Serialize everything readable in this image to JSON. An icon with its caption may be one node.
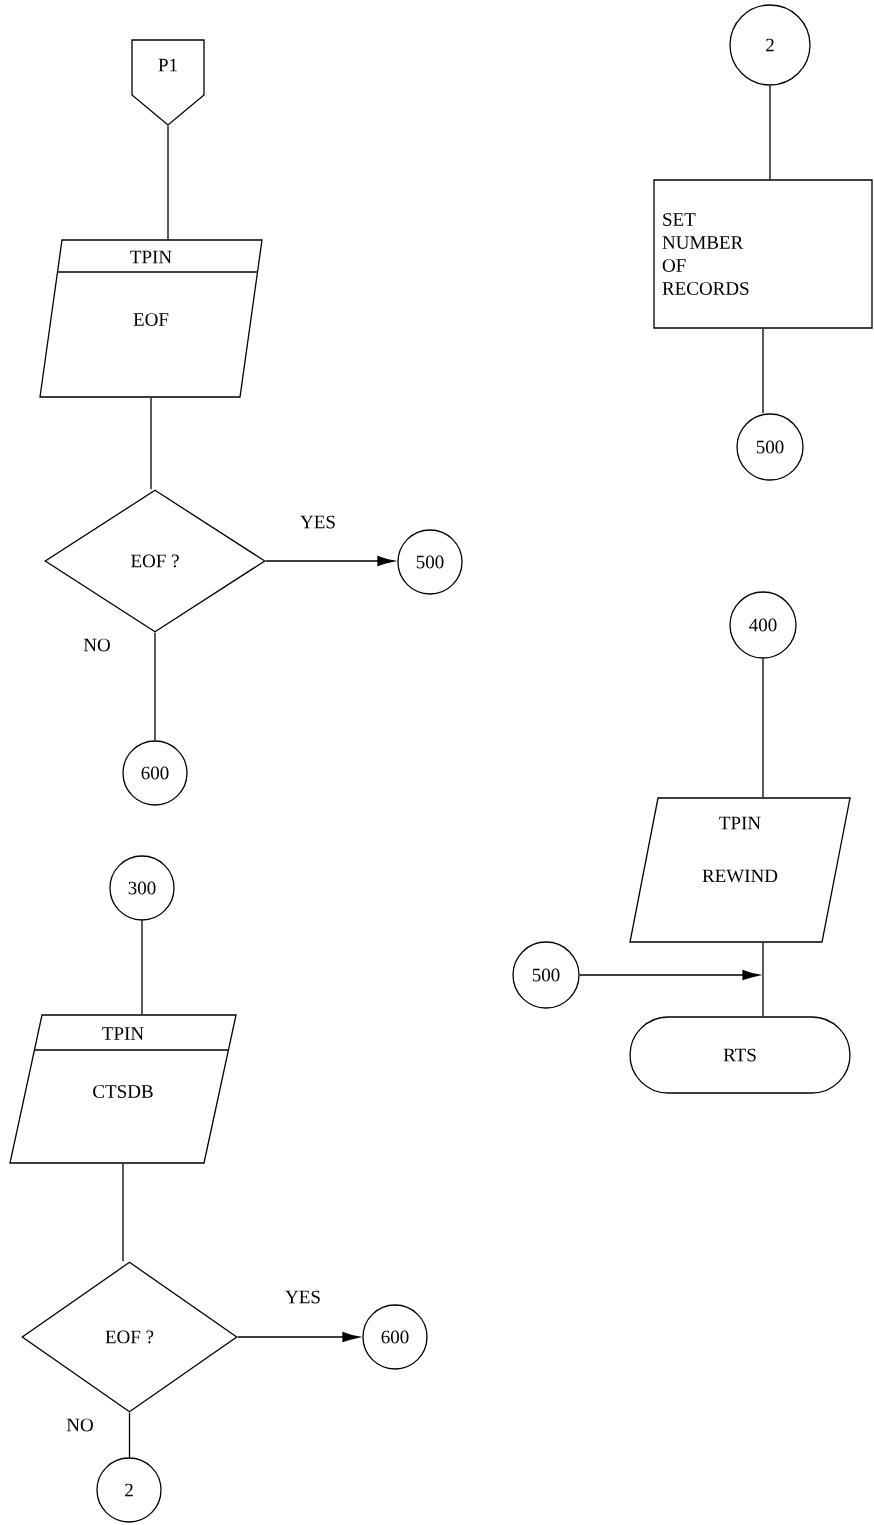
{
  "diagram": {
    "nodes": [
      {
        "text": [
          "P1"
        ]
      },
      {
        "text": [
          "TPIN",
          "EOF"
        ]
      },
      {
        "text": [
          "EOF ?"
        ]
      },
      {
        "text": [
          "500"
        ]
      },
      {
        "text": [
          "600"
        ]
      },
      {
        "text": [
          "300"
        ]
      },
      {
        "text": [
          "TPIN",
          "CTSDB"
        ]
      },
      {
        "text": [
          "EOF ?"
        ]
      },
      {
        "text": [
          "600"
        ]
      },
      {
        "text": [
          "2"
        ]
      },
      {
        "text": [
          "2"
        ]
      },
      {
        "text": [
          "SET NUMBER OF RECORDS"
        ]
      },
      {
        "text": [
          "500"
        ]
      },
      {
        "text": [
          "400"
        ]
      },
      {
        "text": [
          "TPIN",
          "REWIND"
        ]
      },
      {
        "text": [
          "500"
        ]
      },
      {
        "text": [
          "RTS"
        ]
      }
    ],
    "edges": [
      {
        "from": 0,
        "to": 1,
        "arrow": "none"
      },
      {
        "from": 1,
        "to": 2,
        "arrow": "none"
      },
      {
        "from": 2,
        "to": 3,
        "arrow": "to",
        "label": "YES"
      },
      {
        "from": 2,
        "to": 4,
        "arrow": "none",
        "label": "NO"
      },
      {
        "from": 5,
        "to": 6,
        "arrow": "none"
      },
      {
        "from": 6,
        "to": 7,
        "arrow": "none"
      },
      {
        "from": 7,
        "to": 8,
        "arrow": "to",
        "label": "YES"
      },
      {
        "from": 7,
        "to": 9,
        "arrow": "none",
        "label": "NO"
      },
      {
        "from": 10,
        "to": 11,
        "arrow": "none"
      },
      {
        "from": 11,
        "to": 12,
        "arrow": "none"
      },
      {
        "from": 13,
        "to": 14,
        "arrow": "none"
      },
      {
        "from": 14,
        "to": 16,
        "arrow": "none"
      },
      {
        "from": 15,
        "to": null,
        "arrow": "to"
      }
    ]
  }
}
